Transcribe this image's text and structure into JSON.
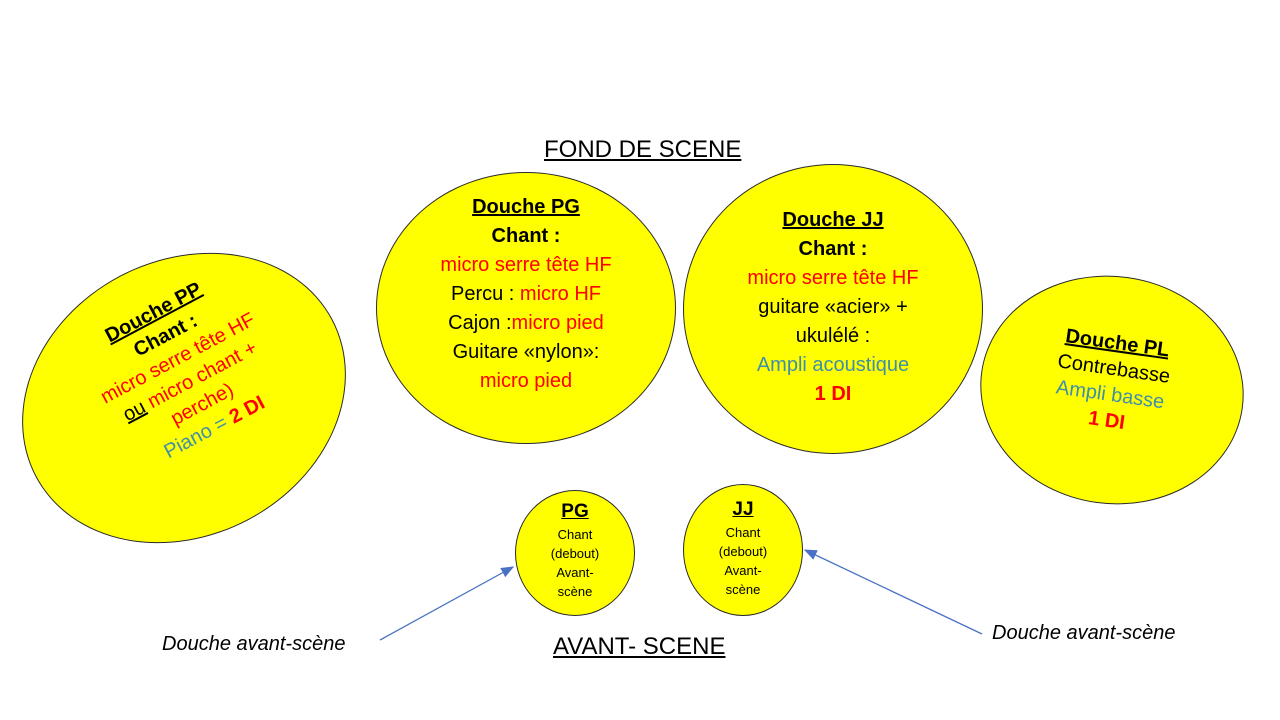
{
  "labels": {
    "fond": "FOND DE SCENE",
    "avant": "AVANT- SCENE",
    "annot_left": "Douche avant-scène",
    "annot_right": "Douche avant-scène"
  },
  "pp": {
    "title": "Douche PP",
    "chant": "Chant :",
    "l1": "micro serre tête  HF",
    "ou": "ou",
    "l2": " micro chant +",
    "l3": "perche)",
    "piano": "Piano = ",
    "di": "2 DI"
  },
  "pg": {
    "title": "Douche PG",
    "chant": "Chant :",
    "l1": "micro serre tête HF",
    "percu": "Percu : ",
    "percu_mic": "micro HF",
    "cajon": "Cajon :",
    "cajon_mic": "micro pied",
    "guitare": "Guitare «nylon»:",
    "guitare_mic": "micro pied"
  },
  "jj": {
    "title": "Douche JJ",
    "chant": "Chant :",
    "l1": "micro serre tête HF",
    "guitare": "guitare  «acier» +",
    "ukulele": "ukulélé :",
    "ampli": "Ampli acoustique",
    "di": "1 DI"
  },
  "pl": {
    "title": "Douche PL",
    "contrebasse": "Contrebasse",
    "ampli": "Ampli basse",
    "di": "1 DI"
  },
  "pg_small": {
    "title": "PG",
    "l1": "Chant",
    "l2": "(debout)",
    "l3": "Avant-",
    "l4": "scène"
  },
  "jj_small": {
    "title": "JJ",
    "l1": "Chant",
    "l2": "(debout)",
    "l3": "Avant-",
    "l4": "scène"
  },
  "colors": {
    "spot": "#ffff00",
    "red": "#ff0000",
    "blue": "#3f8faa",
    "arrow": "#4a72c4"
  }
}
